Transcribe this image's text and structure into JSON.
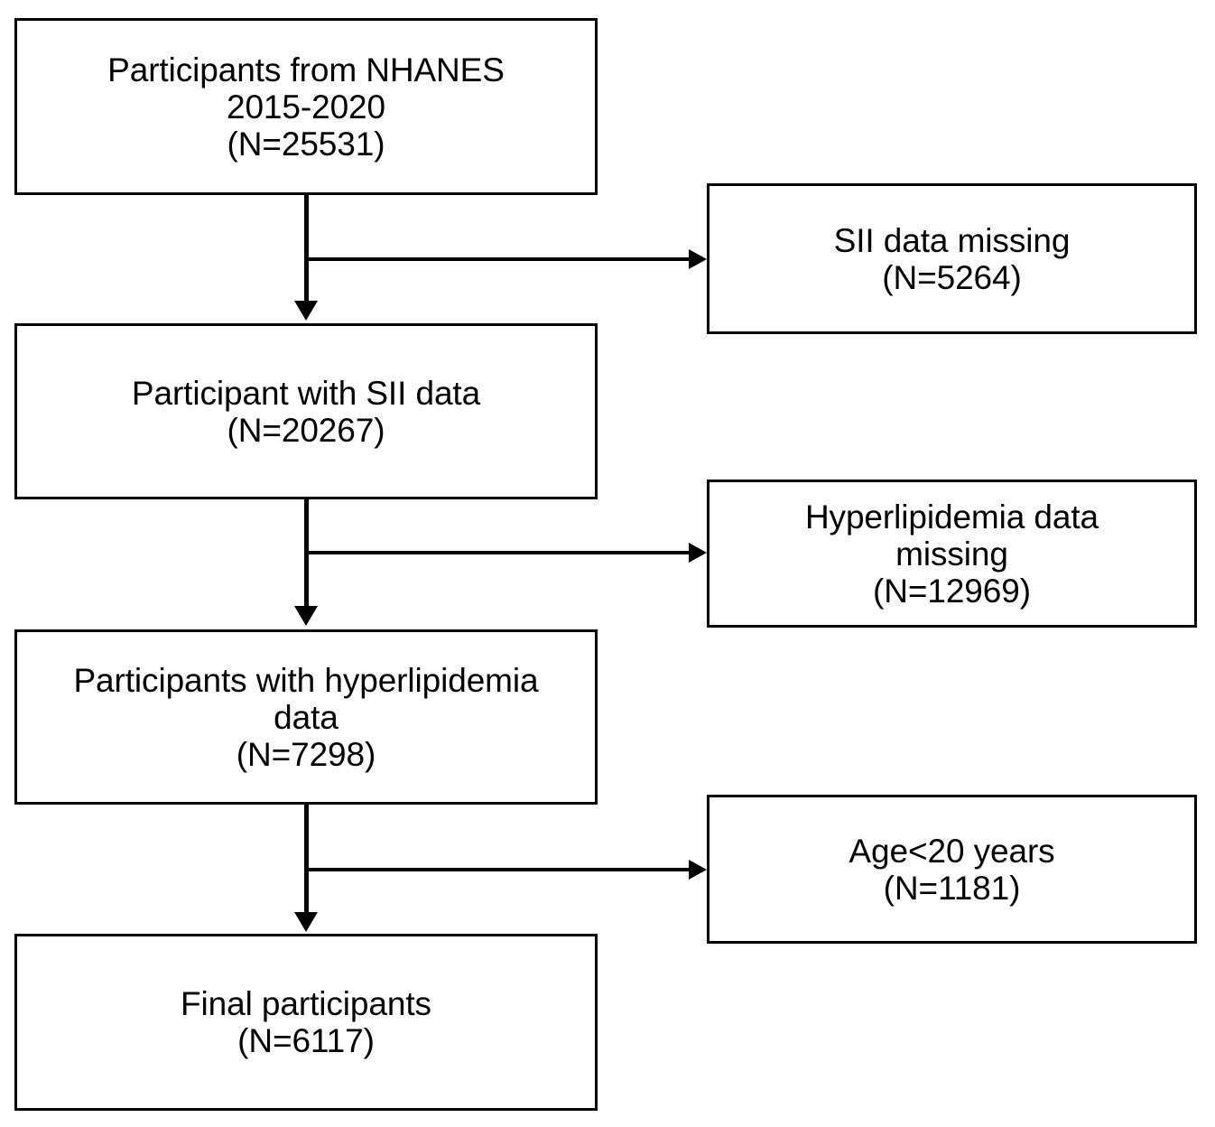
{
  "diagram": {
    "type": "flowchart",
    "title": "NHANES participant selection flow",
    "line_color": "#000000",
    "box_fill": "#ffffff",
    "nodes": [
      {
        "id": "source",
        "name": "participants-from-nhanes",
        "text": "Participants from NHANES\n2015-2020\n(N=25531)",
        "label": "Participants from NHANES 2015-2020",
        "count": "25531",
        "count_text": "(N=25531)"
      },
      {
        "id": "sii-missing",
        "name": "sii-data-missing",
        "text": "SII data missing\n(N=5264)",
        "label": "SII data missing",
        "count": "5264",
        "count_text": "(N=5264)"
      },
      {
        "id": "sii-kept",
        "name": "participant-with-sii-data",
        "text": "Participant with SII data\n(N=20267)",
        "label": "Participant with SII data",
        "count": "20267",
        "count_text": "(N=20267)"
      },
      {
        "id": "hlp-missing",
        "name": "hyperlipidemia-data-missing",
        "text": "Hyperlipidemia data\nmissing\n(N=12969)",
        "label": "Hyperlipidemia data missing",
        "count": "12969",
        "count_text": "(N=12969)"
      },
      {
        "id": "hlp-kept",
        "name": "participants-with-hyperlipidemia-data",
        "text": "Participants with hyperlipidemia\ndata\n(N=7298)",
        "label": "Participants with hyperlipidemia data",
        "count": "7298",
        "count_text": "(N=7298)"
      },
      {
        "id": "age-excluded",
        "name": "age-under-20-years",
        "text": "Age<20 years\n(N=1181)",
        "label": "Age<20 years",
        "count": "1181",
        "count_text": "(N=1181)"
      },
      {
        "id": "final",
        "name": "final-participants",
        "text": "Final participants\n(N=6117)",
        "label": "Final participants",
        "count": "6117",
        "count_text": "(N=6117)"
      }
    ],
    "edges": [
      {
        "from": "source",
        "to": "sii-kept",
        "direction": "down",
        "name": "connector-source-to-sii-kept"
      },
      {
        "from": "source",
        "to": "sii-missing",
        "direction": "right",
        "name": "connector-source-to-sii-missing"
      },
      {
        "from": "sii-kept",
        "to": "hlp-kept",
        "direction": "down",
        "name": "connector-sii-kept-to-hlp-kept"
      },
      {
        "from": "sii-kept",
        "to": "hlp-missing",
        "direction": "right",
        "name": "connector-sii-kept-to-hlp-missing"
      },
      {
        "from": "hlp-kept",
        "to": "final",
        "direction": "down",
        "name": "connector-hlp-kept-to-final"
      },
      {
        "from": "hlp-kept",
        "to": "age-excluded",
        "direction": "right",
        "name": "connector-hlp-kept-to-age-excluded"
      }
    ]
  }
}
